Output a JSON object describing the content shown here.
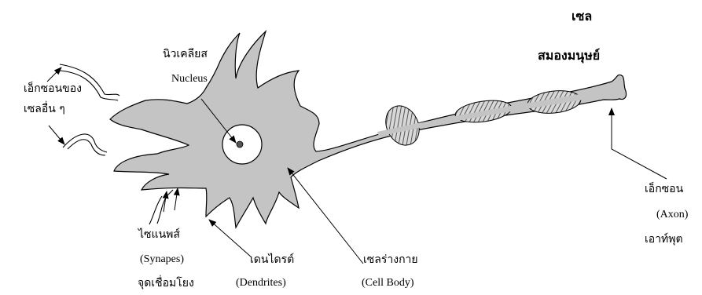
{
  "title": {
    "line1": "เซล",
    "line2": "สมองมนุษย์"
  },
  "labels": {
    "nucleus_th": "นิวเคลียส",
    "nucleus_en": "Nucleus",
    "other_axon_line1": "เอ็กซอนของ",
    "other_axon_line2": "เซลอื่น ๆ",
    "synapse_th": "ไซแนพส์",
    "synapse_en": "(Synapes)",
    "synapse_th2": "จุดเชื่อมโยง",
    "dendrite_th": "เดนไดรต์",
    "dendrite_en": "(Dendrites)",
    "cellbody_th": "เซลร่างกาย",
    "cellbody_en": "(Cell Body)",
    "axon_th": "เอ็กซอน",
    "axon_en": "(Axon)",
    "axon_th2": "เอาท์พุต"
  },
  "colors": {
    "cell_fill": "#c4c4c4",
    "outline": "#000000",
    "myelin_fill": "#9a9a9a"
  }
}
